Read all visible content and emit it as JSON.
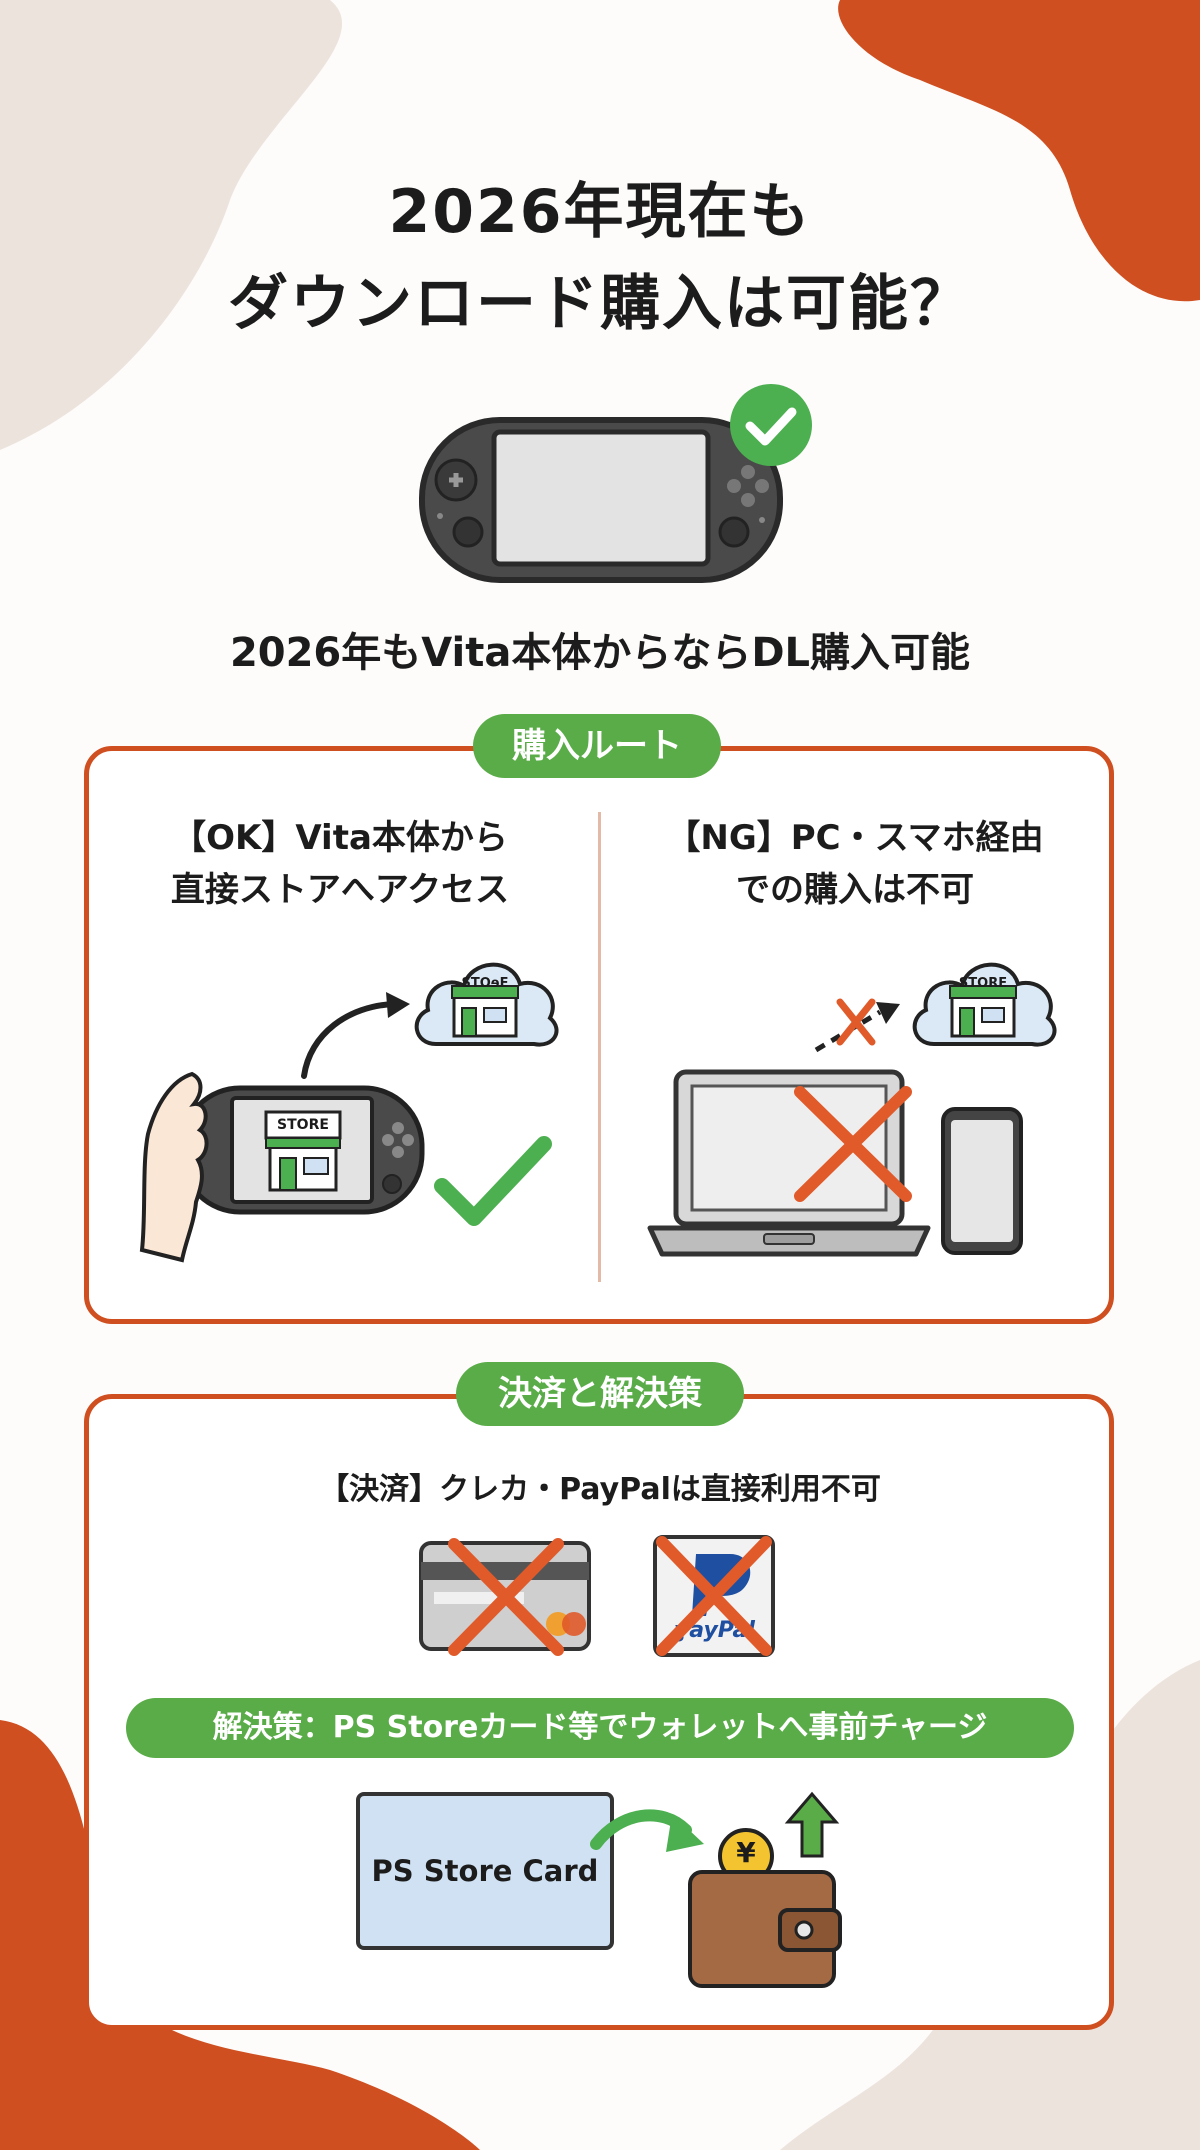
{
  "colors": {
    "accent_orange": "#cf4f20",
    "accent_green": "#5aac48",
    "blob_beige": "#ece3dc",
    "card_blue": "#cfe1f2"
  },
  "header": {
    "title_line1": "2026年現在も",
    "title_line2": "ダウンロード購入は可能？",
    "subtitle": "2026年もVita本体からならDL購入可能"
  },
  "route_section": {
    "label": "購入ルート",
    "ok_line1": "【OK】Vita本体から",
    "ok_line2": "直接ストアへアクセス",
    "ng_line1": "【NG】PC・スマホ経由",
    "ng_line2": "での購入は不可",
    "store_sign": "STORE",
    "store_sign_cloud_left": "STOɘE",
    "store_sign_cloud_right": "STORE"
  },
  "payment_section": {
    "label": "決済と解決策",
    "payment_note": "【決済】クレカ・PayPalは直接利用不可",
    "paypal_fragment": "ɣayPal",
    "solution": "解決策：PS Storeカード等でウォレットへ事前チャージ",
    "card_label": "PS Store Card",
    "yen_symbol": "¥"
  },
  "icons": [
    "check-icon",
    "handheld-console-icon",
    "cloud-store-icon",
    "store-icon",
    "laptop-icon",
    "smartphone-icon",
    "cross-icon",
    "credit-card-icon",
    "paypal-icon",
    "wallet-icon",
    "arrow-icon"
  ]
}
